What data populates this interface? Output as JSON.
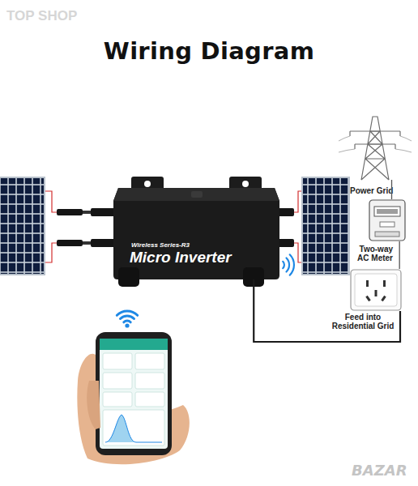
{
  "diagram": {
    "title": "Wiring Diagram",
    "nodes": [
      {
        "text": [
          "Wireless Series-R3",
          "Micro Inverter"
        ]
      },
      {
        "text": [
          "Power Grid"
        ]
      },
      {
        "text": [
          "Two-way AC Meter"
        ]
      },
      {
        "text": [
          "Feed into Residential Grid"
        ]
      }
    ],
    "edges": [
      {
        "from": 1,
        "to": 2,
        "arrow": "none"
      },
      {
        "from": 2,
        "to": 3,
        "arrow": "none"
      },
      {
        "from": 0,
        "to": 3,
        "arrow": "none"
      }
    ],
    "labels": [
      "TOP SHOP",
      "BAZAR"
    ]
  }
}
